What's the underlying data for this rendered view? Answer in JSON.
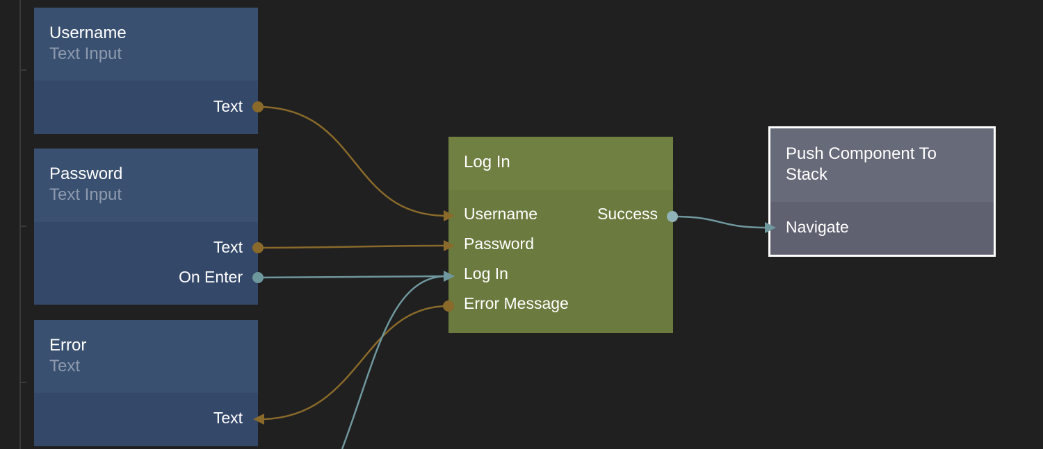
{
  "colors": {
    "background": "#202020",
    "component_node": "#34486a",
    "logic_node": "#6b7a3e",
    "navigation_node": "#5f6170",
    "data_wire": "#8a6a2a",
    "signal_wire": "#6f989e"
  },
  "nodes": {
    "username": {
      "title": "Username",
      "type": "Text Input",
      "out_text": "Text"
    },
    "password": {
      "title": "Password",
      "type": "Text Input",
      "out_text": "Text",
      "out_enter": "On Enter"
    },
    "error": {
      "title": "Error",
      "type": "Text",
      "in_text": "Text"
    },
    "login": {
      "title": "Log In",
      "in_username": "Username",
      "in_password": "Password",
      "in_login": "Log In",
      "out_error": "Error Message",
      "out_success": "Success"
    },
    "push": {
      "title": "Push Component To Stack",
      "in_navigate": "Navigate"
    }
  }
}
